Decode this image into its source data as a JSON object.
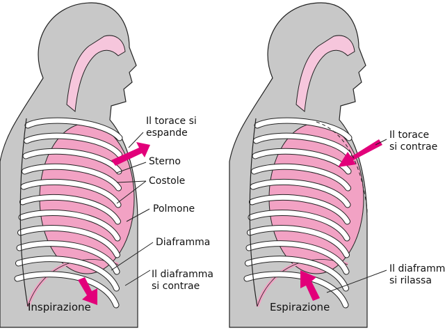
{
  "colors": {
    "body": "#c8c8c8",
    "lung": "#f2a2c4",
    "arrow": "#e2007a",
    "airway": "#f6c6dc",
    "outline": "#222222"
  },
  "left": {
    "caption": "Inspirazione",
    "labels": {
      "chest": [
        "Il torace si",
        "espande"
      ],
      "sternum": "Sterno",
      "ribs": "Costole",
      "lung": "Polmone",
      "diaphragm": "Diaframma",
      "diaphragm_action": [
        "Il diaframma",
        "si contrae"
      ]
    }
  },
  "right": {
    "caption": "Espirazione",
    "labels": {
      "chest": [
        "Il torace",
        "si contrae"
      ],
      "diaphragm_action": [
        "Il diaframma",
        "si rilassa"
      ]
    }
  }
}
